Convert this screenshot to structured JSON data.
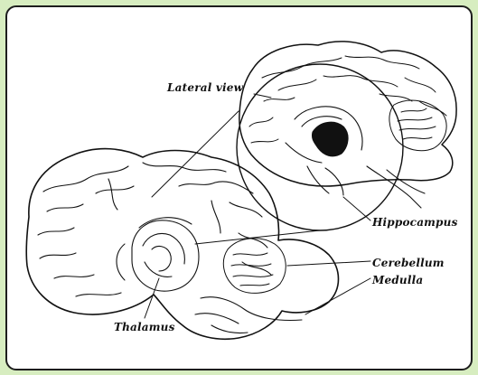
{
  "labels": {
    "lateral_view": "Lateral view",
    "hippocampus": "Hippocampus",
    "cerebellum": "Cerebellum",
    "medulla": "Medulla",
    "thalamus": "Thalamus"
  },
  "colors": {
    "background": "#d7edc0",
    "panel": "#ffffff",
    "ink": "#111111"
  }
}
